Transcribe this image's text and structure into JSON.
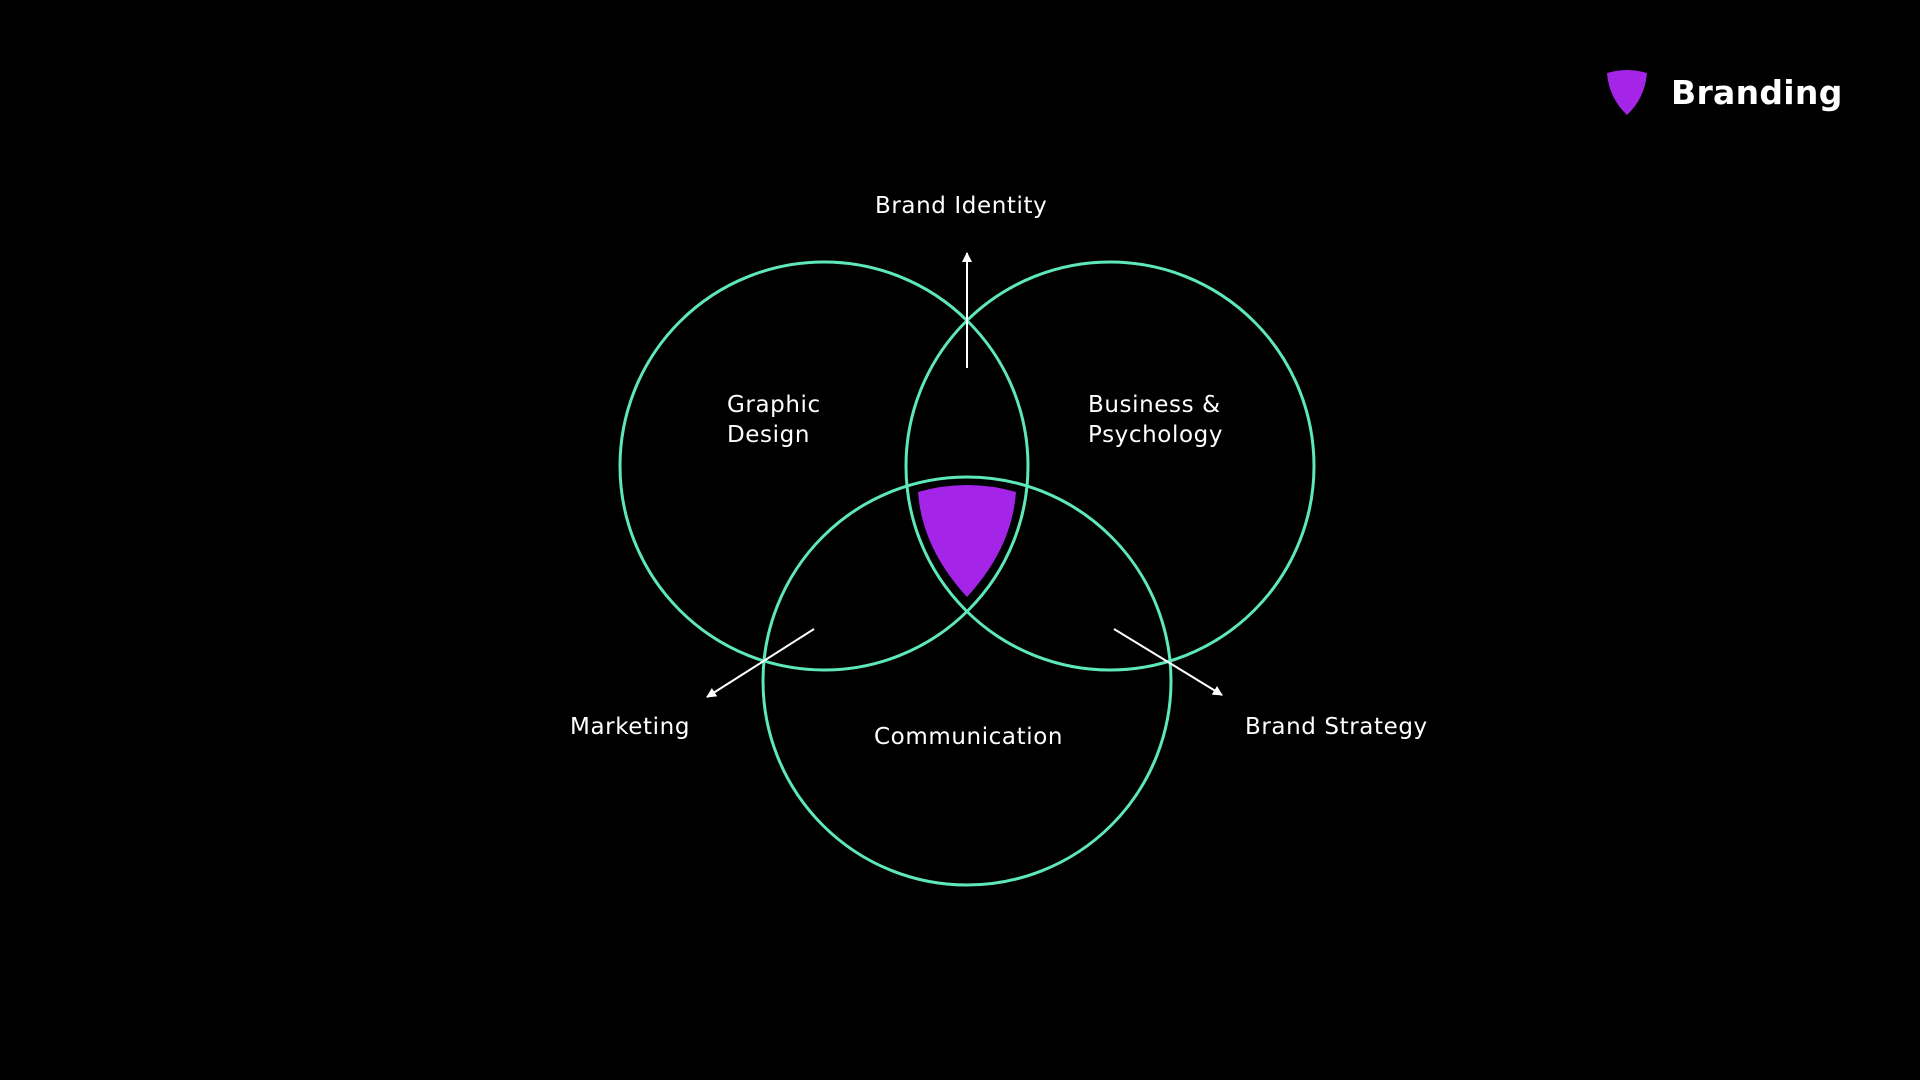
{
  "brand": {
    "name": "Branding",
    "logo_icon": "purple-shield-icon"
  },
  "colors": {
    "background": "#000000",
    "circle_stroke": "#5ee8b8",
    "accent": "#a425e8",
    "text": "#ffffff",
    "arrow": "#ffffff"
  },
  "circles": {
    "graphic_design": {
      "line1": "Graphic",
      "line2": "Design"
    },
    "business_psychology": {
      "line1": "Business &",
      "line2": "Psychology"
    },
    "communication": {
      "label": "Communication"
    }
  },
  "intersections": {
    "brand_identity": "Brand Identity",
    "marketing": "Marketing",
    "brand_strategy": "Brand Strategy"
  },
  "center_icon": "purple-shield-icon"
}
